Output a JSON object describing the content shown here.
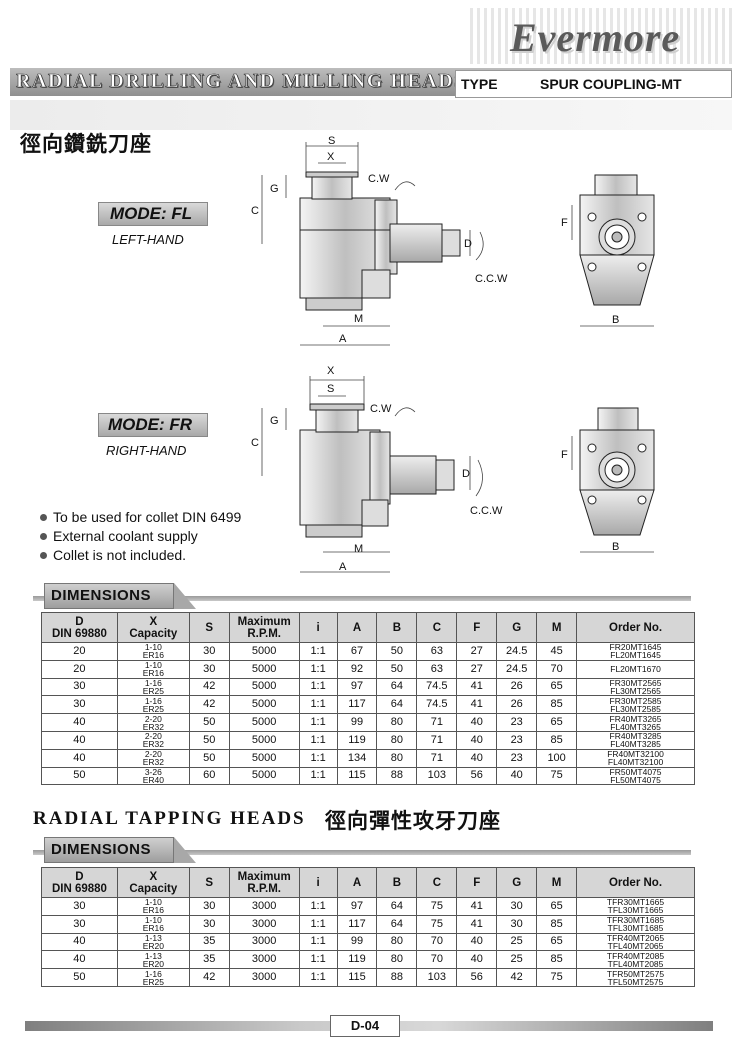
{
  "brand": "Evermore",
  "header": {
    "title": "RADIAL DRILLING AND MILLING HEADS",
    "type_label": "TYPE",
    "type_value": "SPUR COUPLING-MT",
    "chinese_title": "徑向鑽銑刀座"
  },
  "modes": [
    {
      "name": "MODE: FL",
      "subtitle": "LEFT-HAND"
    },
    {
      "name": "MODE: FR",
      "subtitle": "RIGHT-HAND"
    }
  ],
  "drawing_labels": {
    "s": "S",
    "x": "X",
    "g": "G",
    "c": "C",
    "d": "D",
    "m": "M",
    "a": "A",
    "f": "F",
    "b": "B",
    "cw": "C.W",
    "ccw": "C.C.W"
  },
  "notes": [
    "To be used for collet DIN 6499",
    "External coolant supply",
    "Collet is not included."
  ],
  "section_label": "DIMENSIONS",
  "table_headers": {
    "d_top": "D",
    "d_bottom": "DIN 69880",
    "x_top": "X",
    "x_bottom": "Capacity",
    "s": "S",
    "rpm_top": "Maximum",
    "rpm_bottom": "R.P.M.",
    "i": "i",
    "a": "A",
    "b": "B",
    "c": "C",
    "f": "F",
    "g": "G",
    "m": "M",
    "order": "Order No."
  },
  "milling_rows": [
    {
      "d": "20",
      "x1": "1-10",
      "x2": "ER16",
      "s": "30",
      "rpm": "5000",
      "i": "1:1",
      "a": "67",
      "b": "50",
      "c": "63",
      "f": "27",
      "g": "24.5",
      "m": "45",
      "o1": "FR20MT1645",
      "o2": "FL20MT1645"
    },
    {
      "d": "20",
      "x1": "1-10",
      "x2": "ER16",
      "s": "30",
      "rpm": "5000",
      "i": "1:1",
      "a": "92",
      "b": "50",
      "c": "63",
      "f": "27",
      "g": "24.5",
      "m": "70",
      "o1": "FL20MT1670",
      "o2": ""
    },
    {
      "d": "30",
      "x1": "1-16",
      "x2": "ER25",
      "s": "42",
      "rpm": "5000",
      "i": "1:1",
      "a": "97",
      "b": "64",
      "c": "74.5",
      "f": "41",
      "g": "26",
      "m": "65",
      "o1": "FR30MT2565",
      "o2": "FL30MT2565"
    },
    {
      "d": "30",
      "x1": "1-16",
      "x2": "ER25",
      "s": "42",
      "rpm": "5000",
      "i": "1:1",
      "a": "117",
      "b": "64",
      "c": "74.5",
      "f": "41",
      "g": "26",
      "m": "85",
      "o1": "FR30MT2585",
      "o2": "FL30MT2585"
    },
    {
      "d": "40",
      "x1": "2-20",
      "x2": "ER32",
      "s": "50",
      "rpm": "5000",
      "i": "1:1",
      "a": "99",
      "b": "80",
      "c": "71",
      "f": "40",
      "g": "23",
      "m": "65",
      "o1": "FR40MT3265",
      "o2": "FL40MT3265"
    },
    {
      "d": "40",
      "x1": "2-20",
      "x2": "ER32",
      "s": "50",
      "rpm": "5000",
      "i": "1:1",
      "a": "119",
      "b": "80",
      "c": "71",
      "f": "40",
      "g": "23",
      "m": "85",
      "o1": "FR40MT3285",
      "o2": "FL40MT3285"
    },
    {
      "d": "40",
      "x1": "2-20",
      "x2": "ER32",
      "s": "50",
      "rpm": "5000",
      "i": "1:1",
      "a": "134",
      "b": "80",
      "c": "71",
      "f": "40",
      "g": "23",
      "m": "100",
      "o1": "FR40MT32100",
      "o2": "FL40MT32100"
    },
    {
      "d": "50",
      "x1": "3-26",
      "x2": "ER40",
      "s": "60",
      "rpm": "5000",
      "i": "1:1",
      "a": "115",
      "b": "88",
      "c": "103",
      "f": "56",
      "g": "40",
      "m": "75",
      "o1": "FR50MT4075",
      "o2": "FL50MT4075"
    }
  ],
  "tapping": {
    "title": "RADIAL TAPPING HEADS",
    "chinese_title": "徑向彈性攻牙刀座"
  },
  "tapping_rows": [
    {
      "d": "30",
      "x1": "1-10",
      "x2": "ER16",
      "s": "30",
      "rpm": "3000",
      "i": "1:1",
      "a": "97",
      "b": "64",
      "c": "75",
      "f": "41",
      "g": "30",
      "m": "65",
      "o1": "TFR30MT1665",
      "o2": "TFL30MT1665"
    },
    {
      "d": "30",
      "x1": "1-10",
      "x2": "ER16",
      "s": "30",
      "rpm": "3000",
      "i": "1:1",
      "a": "117",
      "b": "64",
      "c": "75",
      "f": "41",
      "g": "30",
      "m": "85",
      "o1": "TFR30MT1685",
      "o2": "TFL30MT1685"
    },
    {
      "d": "40",
      "x1": "1-13",
      "x2": "ER20",
      "s": "35",
      "rpm": "3000",
      "i": "1:1",
      "a": "99",
      "b": "80",
      "c": "70",
      "f": "40",
      "g": "25",
      "m": "65",
      "o1": "TFR40MT2065",
      "o2": "TFL40MT2065"
    },
    {
      "d": "40",
      "x1": "1-13",
      "x2": "ER20",
      "s": "35",
      "rpm": "3000",
      "i": "1:1",
      "a": "119",
      "b": "80",
      "c": "70",
      "f": "40",
      "g": "25",
      "m": "85",
      "o1": "TFR40MT2085",
      "o2": "TFL40MT2085"
    },
    {
      "d": "50",
      "x1": "1-16",
      "x2": "ER25",
      "s": "42",
      "rpm": "3000",
      "i": "1:1",
      "a": "115",
      "b": "88",
      "c": "103",
      "f": "56",
      "g": "42",
      "m": "75",
      "o1": "TFR50MT2575",
      "o2": "TFL50MT2575"
    }
  ],
  "page_number": "D-04"
}
